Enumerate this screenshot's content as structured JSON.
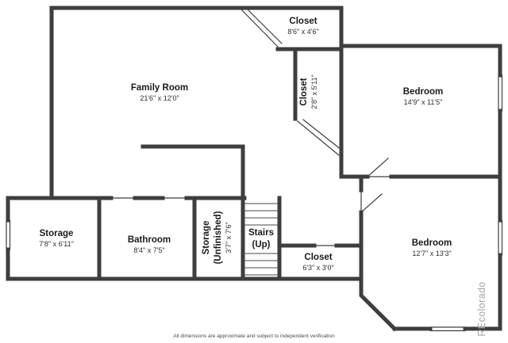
{
  "meta": {
    "watermark": "REcolorado",
    "disclaimer": "All dimensions are approximate and subject to independent verification"
  },
  "colors": {
    "wall": "#3e3e3e",
    "watermark": "#a6a6a6",
    "text": "#1b1b1b"
  },
  "rooms": {
    "family_room": {
      "name": "Family Room",
      "dims": "21'6\" x 12'0\""
    },
    "closet_top": {
      "name": "Closet",
      "dims": "8'6\" x 4'6\""
    },
    "closet_mid": {
      "name": "Closet",
      "dims": "2'8\" x 5'11\""
    },
    "bedroom_top": {
      "name": "Bedroom",
      "dims": "14'9\" x 11'5\""
    },
    "storage": {
      "name": "Storage",
      "dims": "7'8\" x 6'11\""
    },
    "bathroom": {
      "name": "Bathroom",
      "dims": "8'4\" x 7'5\""
    },
    "storage_unfinished": {
      "name": "Storage",
      "name2": "(Unfinished)",
      "dims": "3'7\" x 7'6\""
    },
    "stairs": {
      "name": "Stairs",
      "name2": "(Up)"
    },
    "closet_bottom": {
      "name": "Closet",
      "dims": "6'3\" x 3'0\""
    },
    "bedroom_bottom": {
      "name": "Bedroom",
      "dims": "12'7\" x 13'3\""
    }
  }
}
